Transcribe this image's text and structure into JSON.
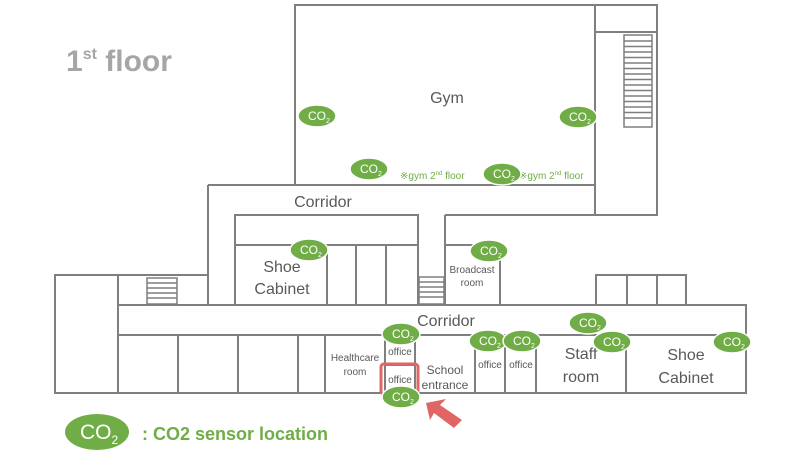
{
  "floor": {
    "label": "1",
    "suffix": "st",
    "word": " floor"
  },
  "rooms": {
    "gym": "Gym",
    "corridor_upper": "Corridor",
    "corridor_lower": "Corridor",
    "shoe_cabinet_left_1": "Shoe",
    "shoe_cabinet_left_2": "Cabinet",
    "broadcast_1": "Broadcast",
    "broadcast_2": "room",
    "healthcare_1": "Healthcare",
    "healthcare_2": "room",
    "office_top": "office",
    "office_boxed": "office",
    "school_entrance_1": "School",
    "school_entrance_2": "entrance",
    "office_a": "office",
    "office_b": "office",
    "staff_1": "Staff",
    "staff_2": "room",
    "shoe_cabinet_right_1": "Shoe",
    "shoe_cabinet_right_2": "Cabinet"
  },
  "notes": {
    "gym_2nd_a_prefix": "※gym 2",
    "gym_2nd_a_sup": "nd",
    "gym_2nd_a_suffix": " floor",
    "gym_2nd_b_prefix": "※gym 2",
    "gym_2nd_b_sup": "nd",
    "gym_2nd_b_suffix": " floor"
  },
  "sensor": {
    "main": "CO",
    "sub": "2"
  },
  "legend": {
    "text": ": CO2 sensor location"
  },
  "colors": {
    "sensor": "#70ad47",
    "wall": "#7f7f7f",
    "highlight": "#e06666",
    "arrow": "#e06666"
  },
  "icons": {
    "arrow": "arrow-pointer-icon",
    "stairs": "stairs-icon",
    "sensor": "co2-sensor-icon"
  }
}
